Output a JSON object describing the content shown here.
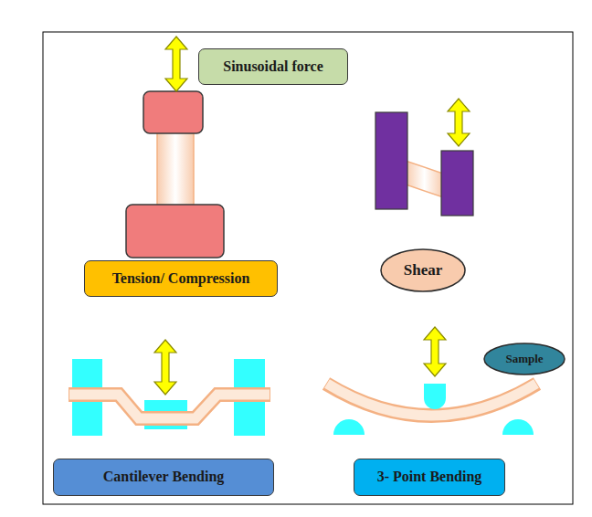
{
  "diagram": {
    "nodes": [
      {
        "text": [
          "Sinusoidal force"
        ]
      },
      {
        "text": [
          "Shear"
        ]
      },
      {
        "text": [
          "Tension/ Compression"
        ]
      },
      {
        "text": [
          "Sample"
        ]
      },
      {
        "text": [
          "Cantilever Bending"
        ]
      },
      {
        "text": [
          "3- Point Bending"
        ]
      }
    ]
  }
}
